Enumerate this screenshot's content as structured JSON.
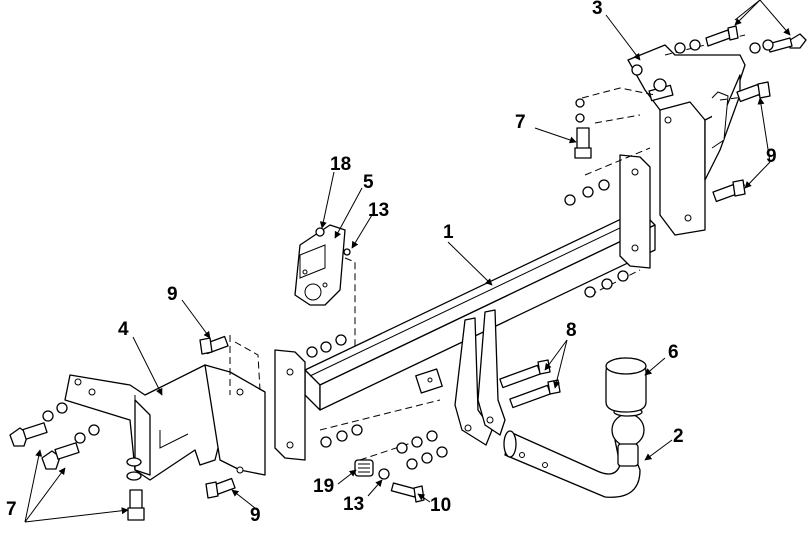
{
  "labels": {
    "l1": "1",
    "l2": "2",
    "l3": "3",
    "l4": "4",
    "l5": "5",
    "l6": "6",
    "l7a": "7",
    "l7b": "7",
    "l8": "8",
    "l9a": "9",
    "l9b": "9",
    "l9c": "9",
    "l10": "10",
    "l13a": "13",
    "l13b": "13",
    "l18": "18",
    "l19": "19"
  }
}
